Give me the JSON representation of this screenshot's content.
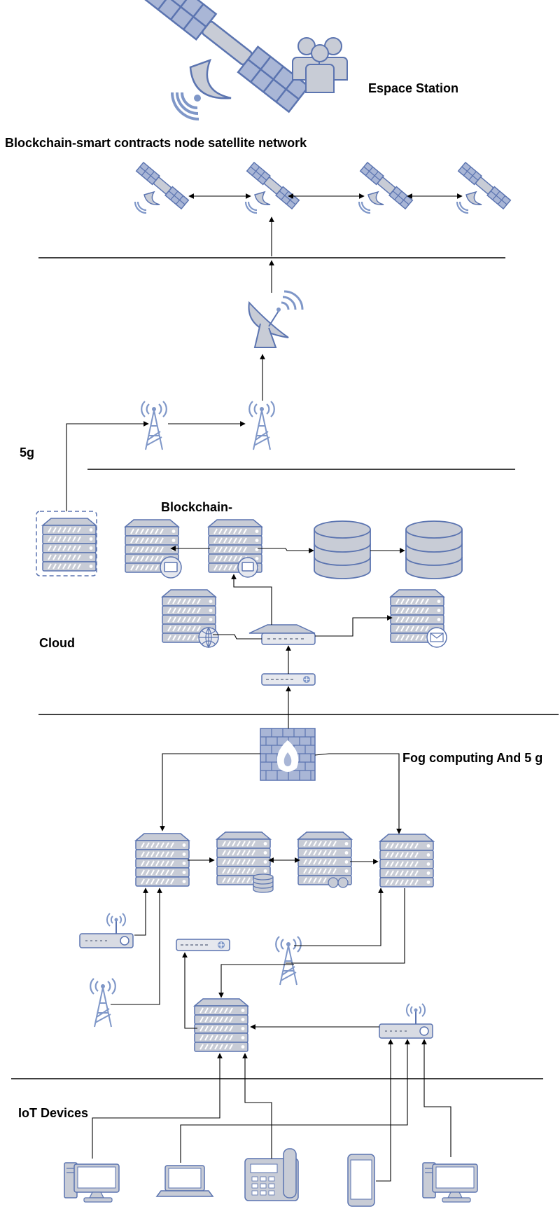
{
  "labels": {
    "space_station": "Espace Station",
    "satellite_network": "Blockchain-smart contracts node satellite network",
    "five_g": "5g",
    "blockchain": "Blockchain-",
    "cloud": "Cloud",
    "fog": "Fog computing And 5 g",
    "iot": "IoT Devices"
  },
  "colors": {
    "icon_fill": "#cfd3dc",
    "icon_blue": "#7f97c8",
    "icon_stroke": "#5b74b0",
    "line": "#000000"
  }
}
